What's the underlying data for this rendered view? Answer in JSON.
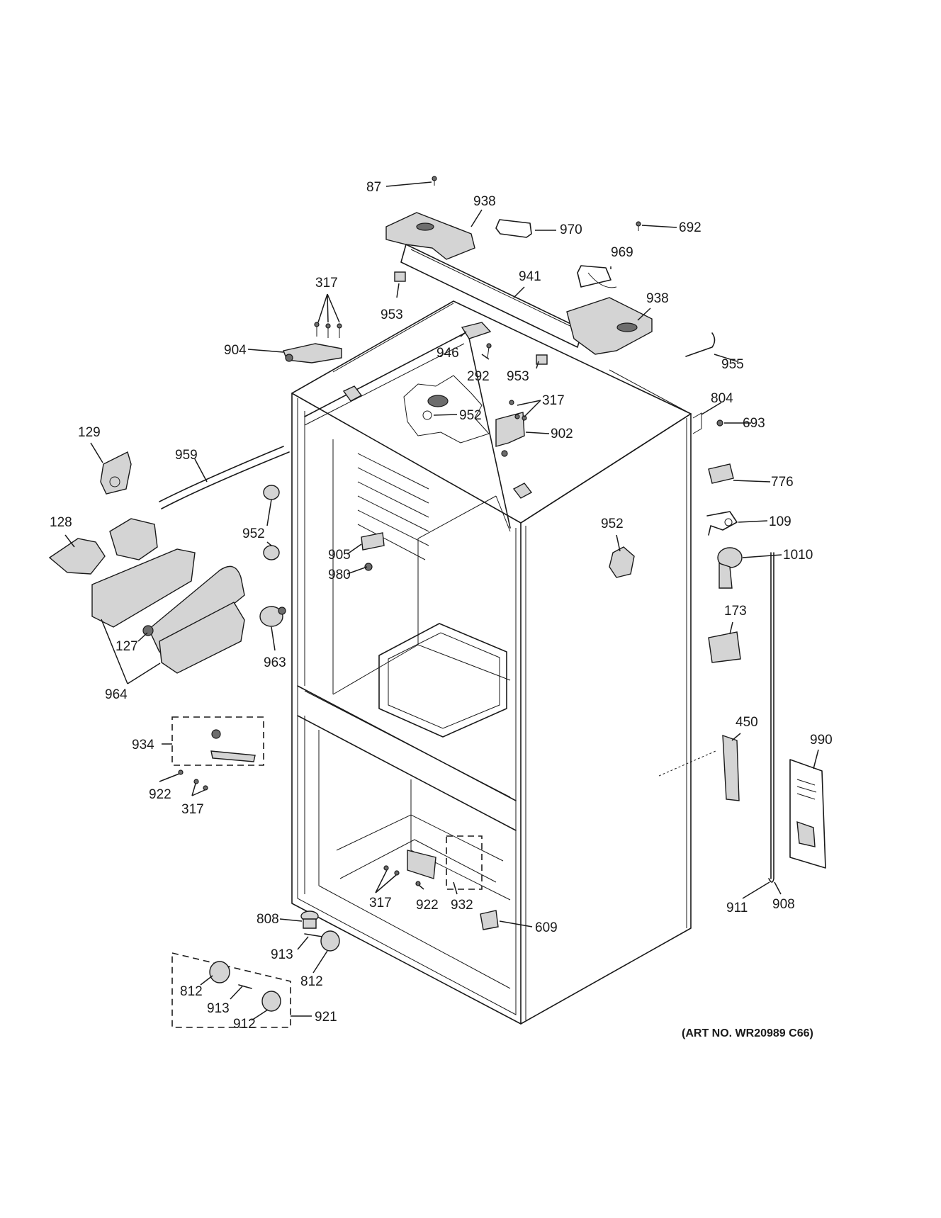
{
  "art_number": "(ART NO. WR20989 C66)",
  "callouts": {
    "c87": "87",
    "c938a": "938",
    "c970": "970",
    "c692": "692",
    "c969": "969",
    "c941": "941",
    "c317a": "317",
    "c953a": "953",
    "c938b": "938",
    "c904": "904",
    "c946": "946",
    "c292": "292",
    "c953b": "953",
    "c955": "955",
    "c317b": "317",
    "c804": "804",
    "c693": "693",
    "c952a": "952",
    "c129": "129",
    "c959": "959",
    "c902": "902",
    "c776": "776",
    "c128": "128",
    "c952b": "952",
    "c109": "109",
    "c952c": "952",
    "c905": "905",
    "c980": "980",
    "c1010": "1010",
    "c173": "173",
    "c127": "127",
    "c963": "963",
    "c964": "964",
    "c450": "450",
    "c990": "990",
    "c934": "934",
    "c922a": "922",
    "c317c": "317",
    "c317d": "317",
    "c922b": "922",
    "c932": "932",
    "c911": "911",
    "c908": "908",
    "c808": "808",
    "c609": "609",
    "c913a": "913",
    "c812a": "812",
    "c812b": "812",
    "c913b": "913",
    "c912": "912",
    "c921": "921"
  }
}
